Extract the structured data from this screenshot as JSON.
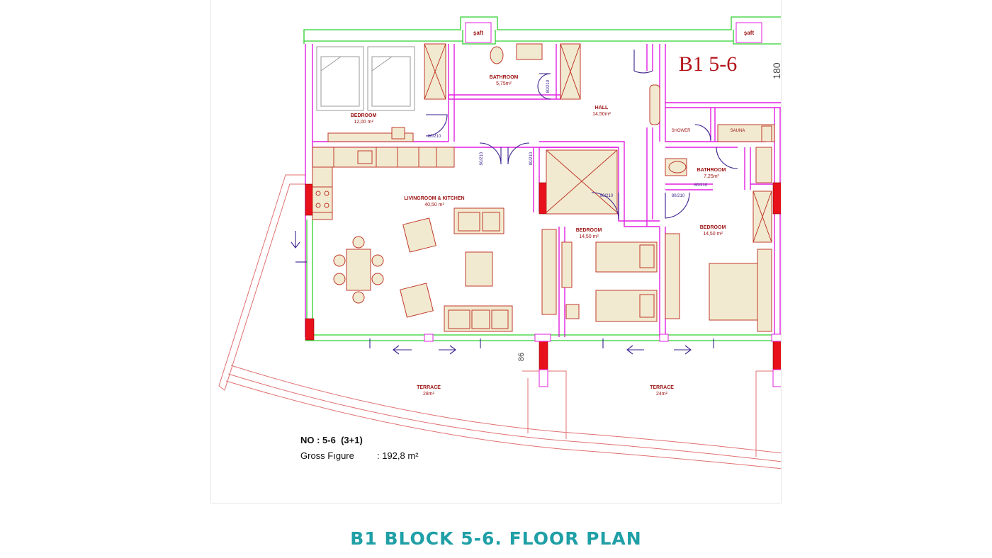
{
  "plan": {
    "unit_code": "B1 5-6",
    "edge_dimension": "180",
    "bottom_dimension": "86",
    "shaft_left": "şaft",
    "shaft_right": "şaft",
    "rooms": {
      "bedroom_top_left": {
        "name": "BEDROOM",
        "area": "12,00 m²"
      },
      "bathroom_top": {
        "name": "BATHROOM",
        "area": "5,75m²"
      },
      "hall": {
        "name": "HALL",
        "area": "14,50m²"
      },
      "shower": {
        "name": "SHOWER"
      },
      "sauna": {
        "name": "SAUNA"
      },
      "bathroom_right": {
        "name": "BATHROOM",
        "area": "7,25m²"
      },
      "living_kitchen": {
        "name": "LIVINGROOM & KITCHEN",
        "area": "40,50 m²"
      },
      "bedroom_middle": {
        "name": "BEDROOM",
        "area": "14,50 m²"
      },
      "bedroom_right": {
        "name": "BEDROOM",
        "area": "14,50 m²"
      },
      "terrace_left": {
        "name": "TERRACE",
        "area": "28m²"
      },
      "terrace_right": {
        "name": "TERRACE",
        "area": "24m²"
      }
    },
    "door_labels": {
      "bathroom_door": "80/210",
      "bedroom_door": "80/210",
      "kitchen_door_left": "90/210",
      "kitchen_door_right": "80/210",
      "bedroom_mid_door": "90/210",
      "bedroom_right_door": "80/210",
      "bath_right_door": "80/210"
    },
    "info": {
      "number": "NO : 5-6  (3+1)",
      "gross_label": "Gross Fıgure",
      "gross_value": ": 192,8 m²"
    }
  },
  "caption": "B1 BLOCK 5-6. FLOOR PLAN",
  "colors": {
    "wall": "#e21fe2",
    "exterior": "#2fd02f",
    "furniture_fill": "#f2ead0",
    "furniture_stroke": "#c0392b",
    "column": "#e8101a",
    "door": "#3a1f8c",
    "text_red": "#9b1111",
    "caption": "#1f9fa6"
  }
}
